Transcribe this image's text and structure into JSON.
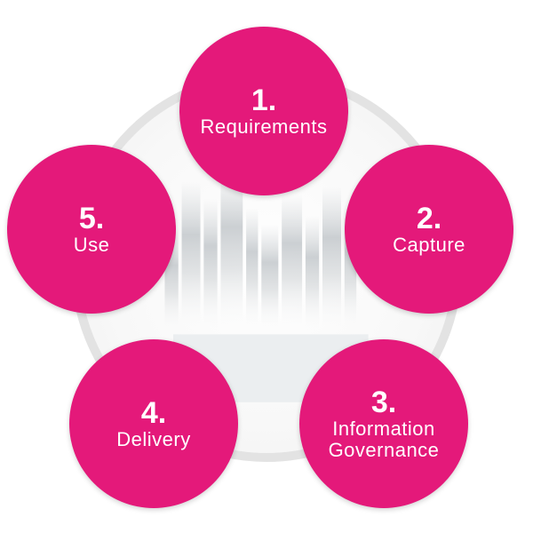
{
  "colors": {
    "node_fill": "#e4197a",
    "node_text": "#ffffff",
    "ring": "#e3e3e3"
  },
  "steps": [
    {
      "number": "1.",
      "label": "Requirements"
    },
    {
      "number": "2.",
      "label": "Capture"
    },
    {
      "number": "3.",
      "label": "Information Governance"
    },
    {
      "number": "4.",
      "label": "Delivery"
    },
    {
      "number": "5.",
      "label": "Use"
    }
  ]
}
